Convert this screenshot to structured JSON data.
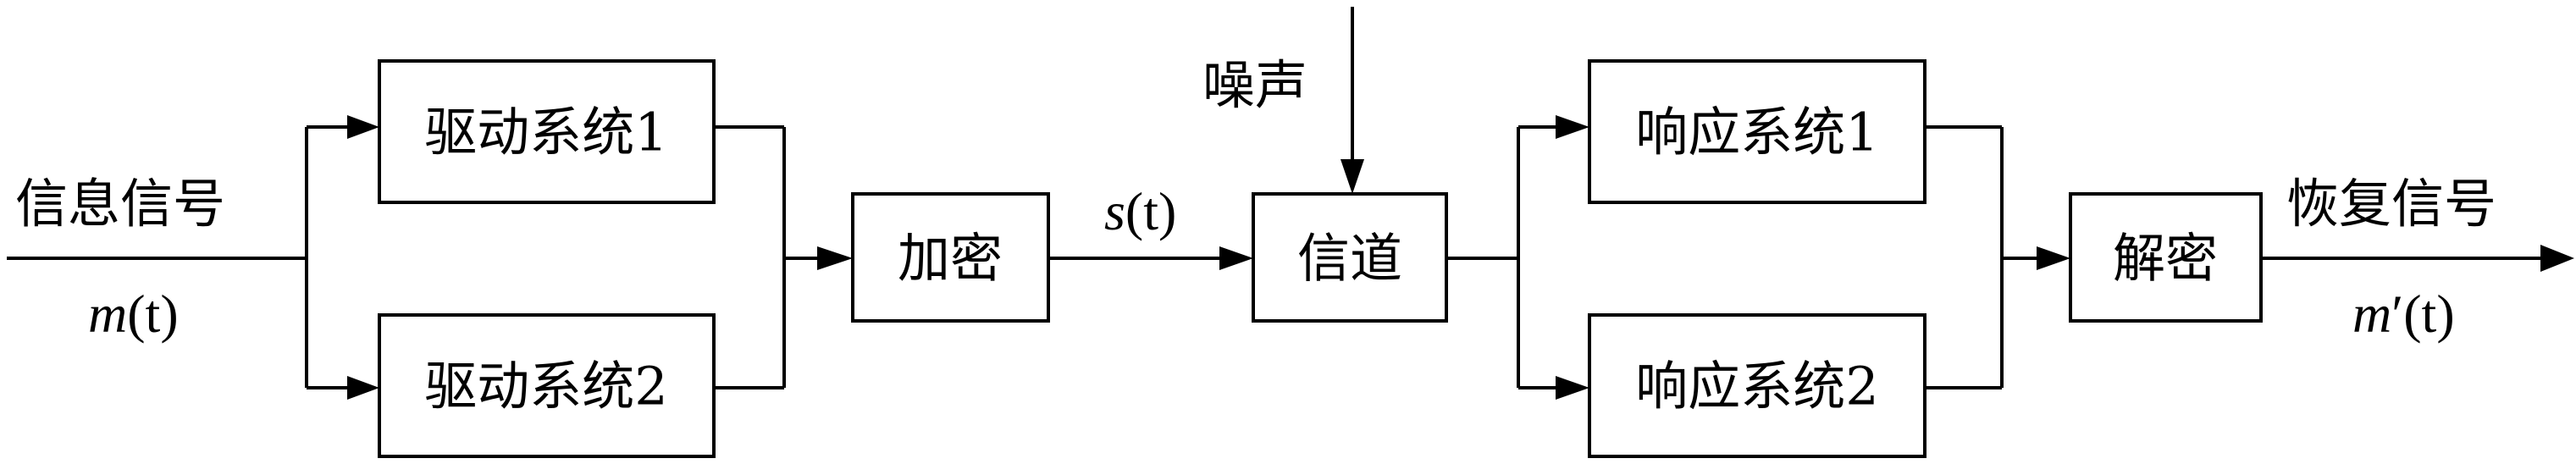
{
  "blocks": {
    "drive1": "驱动系统1",
    "drive2": "驱动系统2",
    "encrypt": "加密",
    "channel": "信道",
    "response1": "响应系统1",
    "response2": "响应系统2",
    "decrypt": "解密"
  },
  "labels": {
    "input_signal": "信息信号",
    "input_math_fn": "m",
    "input_math_arg": "(t)",
    "cipher_fn": "s",
    "cipher_arg": "(t)",
    "noise": "噪声",
    "output_signal": "恢复信号",
    "output_math_fn": "m",
    "output_math_prime": "′",
    "output_math_arg": "(t)"
  }
}
